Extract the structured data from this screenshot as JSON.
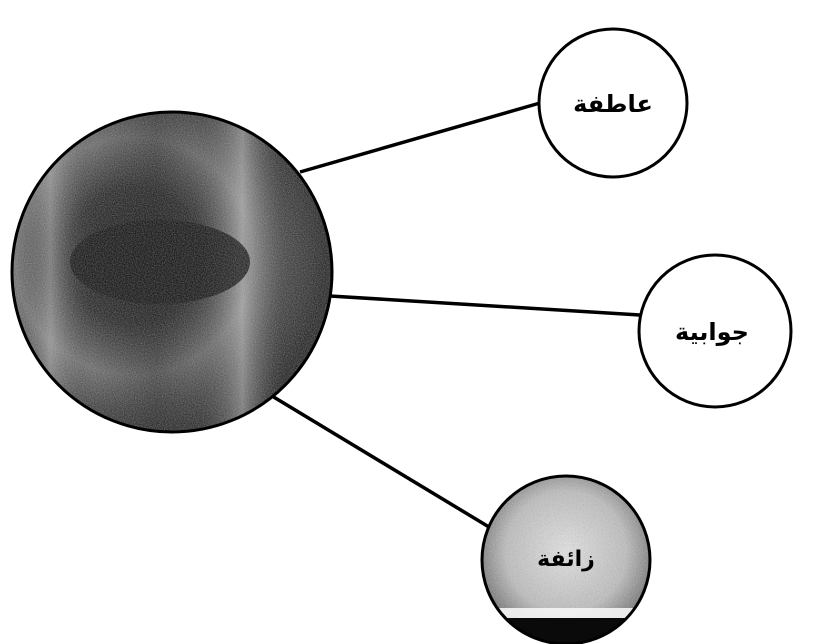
{
  "diagram": {
    "nodes": {
      "emotion": {
        "label": "عاطفة"
      },
      "answer": {
        "label": "جوابية"
      },
      "third": {
        "label": "زائفة"
      }
    }
  },
  "colors": {
    "background": "#ffffff",
    "stroke": "#000000",
    "central_dark": "#0d0d0d",
    "central_light": "#9a9a9a"
  }
}
